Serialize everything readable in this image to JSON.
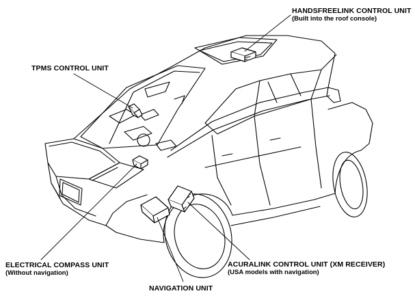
{
  "labels": {
    "handsfreelink": {
      "name": "HANDSFREELINK CONTROL UNIT",
      "note": "(Built into the roof console)"
    },
    "tpms": {
      "name": "TPMS CONTROL UNIT"
    },
    "compass": {
      "name": "ELECTRICAL COMPASS UNIT",
      "note": "(Without navigation)"
    },
    "acuralink": {
      "name": "ACURALINK CONTROL UNIT (XM RECEIVER)",
      "note": "(USA models with navigation)"
    },
    "navigation": {
      "name": "NAVIGATION UNIT"
    }
  },
  "colors": {
    "line": "#000000",
    "background": "#ffffff"
  }
}
